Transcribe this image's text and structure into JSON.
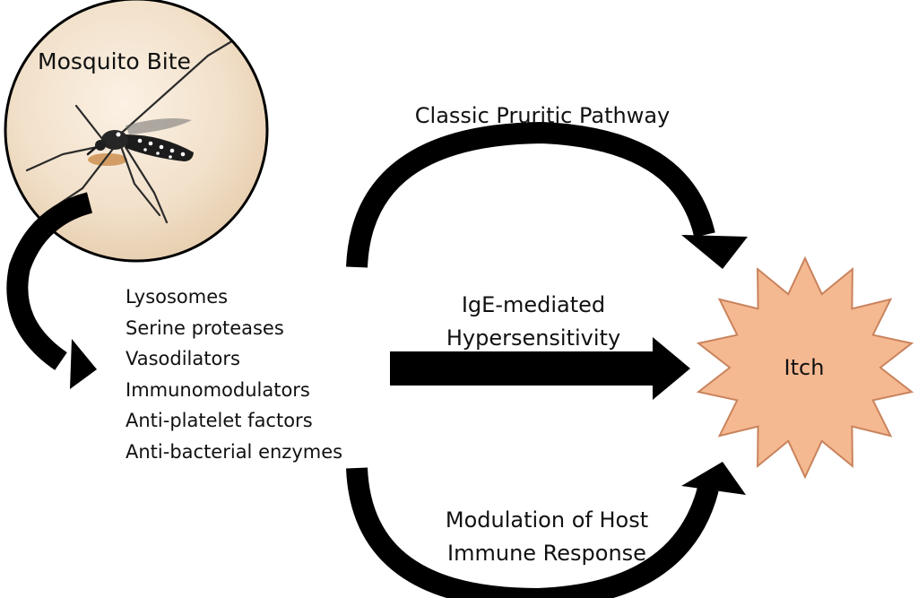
{
  "bite": {
    "title": "Mosquito Bite"
  },
  "substances": [
    "Lysosomes",
    "Serine proteases",
    "Vasodilators",
    "Immunomodulators",
    "Anti-platelet factors",
    "Anti-bacterial enzymes"
  ],
  "pathways": {
    "classic": "Classic Pruritic Pathway",
    "ige_line1": "IgE-mediated",
    "ige_line2": "Hypersensitivity",
    "modulation_line1": "Modulation of Host",
    "modulation_line2": "Immune Response"
  },
  "outcome": {
    "label": "Itch"
  },
  "colors": {
    "arrow": "#000000",
    "itch_fill": "#f5b992",
    "itch_stroke": "#c9835c",
    "skin": "#eedcc4",
    "circle_border": "#000000"
  },
  "icons": [
    "mosquito-icon",
    "itch-starburst-icon"
  ]
}
